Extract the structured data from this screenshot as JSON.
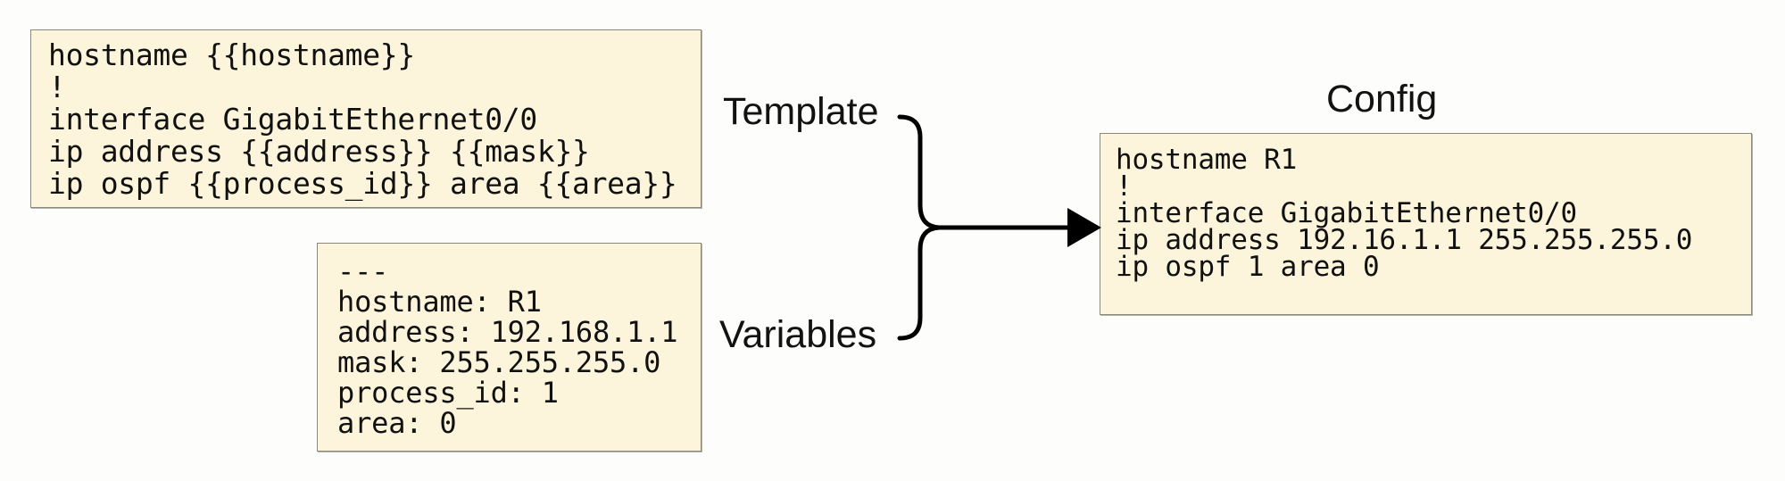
{
  "diagram": {
    "background_color": "#fdfdfb",
    "box_fill_color": "#fcf5dc",
    "box_border_color": "#8a8a7a",
    "text_color": "#111111",
    "connector_color": "#000000"
  },
  "labels": {
    "template": "Template",
    "variables": "Variables",
    "config": "Config"
  },
  "template_box": {
    "lines": [
      "hostname {{hostname}}",
      "!",
      "interface GigabitEthernet0/0",
      "ip address {{address}} {{mask}}",
      "ip ospf {{process_id}} area {{area}}"
    ],
    "text": "hostname {{hostname}}\n!\ninterface GigabitEthernet0/0\nip address {{address}} {{mask}}\nip ospf {{process_id}} area {{area}}"
  },
  "variables_box": {
    "lines": [
      "---",
      "hostname: R1",
      "address: 192.168.1.1",
      "mask: 255.255.255.0",
      "process_id: 1",
      "area: 0"
    ],
    "text": "---\nhostname: R1\naddress: 192.168.1.1\nmask: 255.255.255.0\nprocess_id: 1\narea: 0"
  },
  "config_box": {
    "lines": [
      "hostname R1",
      "!",
      "interface GigabitEthernet0/0",
      "ip address 192.16.1.1 255.255.255.0",
      "ip ospf 1 area 0"
    ],
    "text": "hostname R1\n!\ninterface GigabitEthernet0/0\nip address 192.16.1.1 255.255.255.0\nip ospf 1 area 0"
  },
  "connector": {
    "type": "merge-brace-arrow",
    "from": [
      "Template",
      "Variables"
    ],
    "to": "Config"
  }
}
